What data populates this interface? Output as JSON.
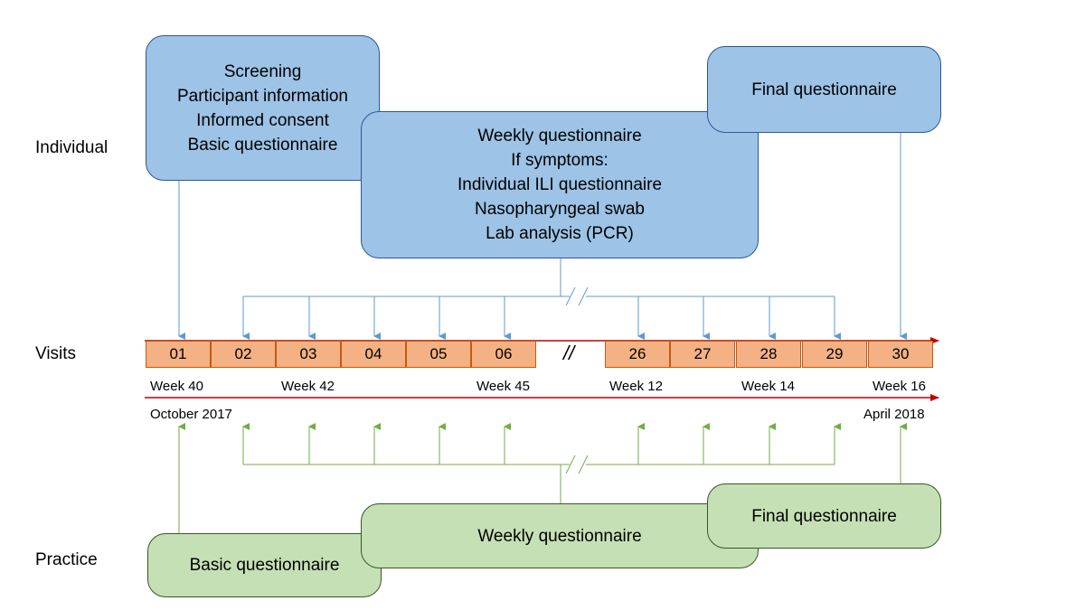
{
  "rows": {
    "individual": "Individual",
    "visits": "Visits",
    "practice": "Practice"
  },
  "individual_boxes": {
    "screening": [
      "Screening",
      "Participant information",
      "Informed consent",
      "Basic questionnaire"
    ],
    "weekly": [
      "Weekly questionnaire",
      "If symptoms:",
      "Individual ILI questionnaire",
      "Nasopharyngeal swab",
      "Lab analysis (PCR)"
    ],
    "final": "Final questionnaire"
  },
  "practice_boxes": {
    "basic": "Basic questionnaire",
    "weekly": "Weekly questionnaire",
    "final": "Final questionnaire"
  },
  "visits": [
    "01",
    "02",
    "03",
    "04",
    "05",
    "06",
    "26",
    "27",
    "28",
    "29",
    "30"
  ],
  "break_mark": "//",
  "weeks": {
    "w40": "Week 40",
    "w42": "Week 42",
    "w45": "Week 45",
    "w12": "Week 12",
    "w14": "Week 14",
    "w16": "Week 16"
  },
  "dates": {
    "start": "October 2017",
    "end": "April 2018"
  },
  "colors": {
    "individual": "#9dc3e6",
    "practice": "#c5e0b4",
    "visit": "#f4b183",
    "timeline": "#c00000"
  }
}
